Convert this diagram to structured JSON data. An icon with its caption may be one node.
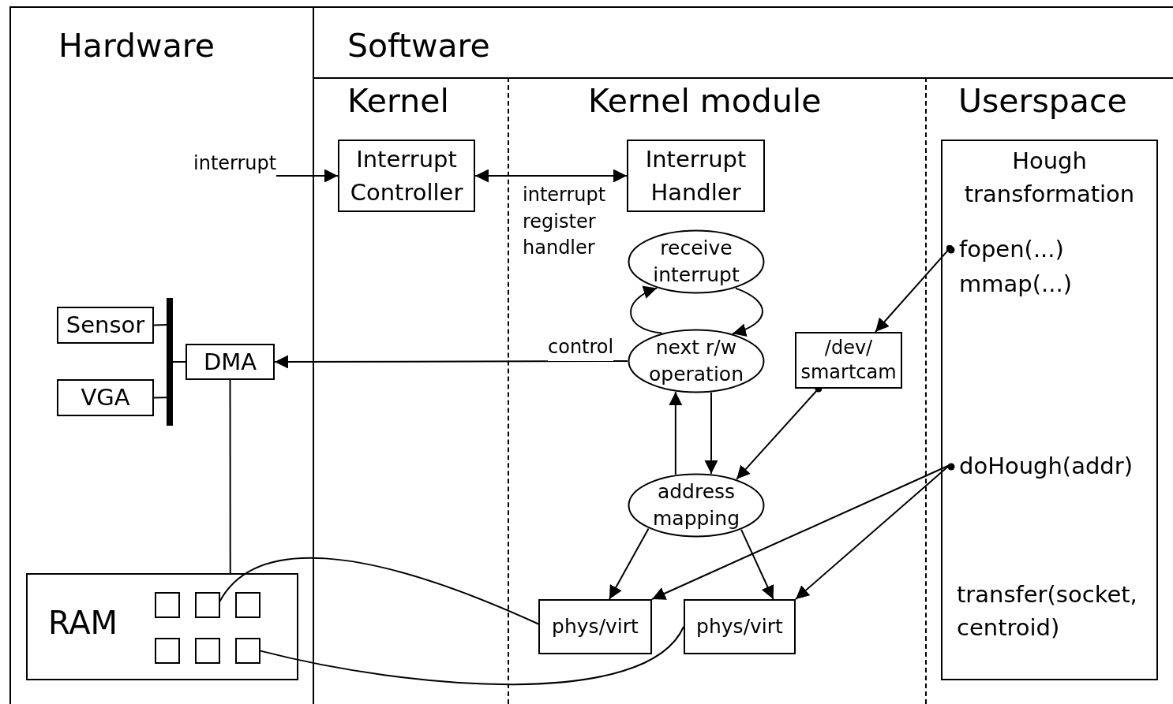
{
  "diagram": {
    "nodes": [
      {
        "text": [
          "Hardware"
        ]
      },
      {
        "text": [
          "Software"
        ]
      },
      {
        "text": [
          "Kernel"
        ],
        "in": 1
      },
      {
        "text": [
          "Kernel module"
        ],
        "in": 1
      },
      {
        "text": [
          "Userspace"
        ],
        "in": 1
      },
      {
        "text": [
          "Interrupt Controller"
        ],
        "in": 2
      },
      {
        "text": [
          "Interrupt Handler"
        ],
        "in": 3
      },
      {
        "text": [
          "receive interrupt"
        ],
        "in": 3
      },
      {
        "text": [
          "Sensor"
        ],
        "in": 0
      },
      {
        "text": [],
        "shape": "bar",
        "in": 0
      },
      {
        "text": [
          "DMA"
        ],
        "in": 0
      },
      {
        "text": [
          "next r/w operation"
        ],
        "in": 3
      },
      {
        "text": [
          "/dev/ smartcam"
        ],
        "in": 3
      },
      {
        "text": [
          "Hough transformation"
        ],
        "in": 4
      },
      {
        "text": [
          "fopen(...) mmap(...)"
        ],
        "in": 13
      },
      {
        "text": [
          "VGA"
        ],
        "in": 0
      },
      {
        "text": [
          "address mapping"
        ],
        "in": 3
      },
      {
        "text": [
          "doHough(addr)"
        ],
        "in": 13
      },
      {
        "text": [
          "RAM"
        ],
        "in": 0
      },
      {
        "text": [],
        "shape": "box",
        "in": 18
      },
      {
        "text": [],
        "shape": "box",
        "in": 18
      },
      {
        "text": [],
        "shape": "box",
        "in": 18
      },
      {
        "text": [],
        "shape": "box",
        "in": 18
      },
      {
        "text": [],
        "shape": "box",
        "in": 18
      },
      {
        "text": [],
        "shape": "box",
        "in": 18
      },
      {
        "text": [
          "phys/virt"
        ],
        "in": 3
      },
      {
        "text": [
          "phys/virt"
        ],
        "in": 3
      }
    ],
    "edges": [
      {
        "from": null,
        "to": 5,
        "arrow": "to",
        "label": "interrupt"
      },
      {
        "from": 5,
        "to": 6,
        "arrow": "both",
        "label": "interrupt register handler"
      },
      {
        "from": 11,
        "to": 7,
        "arrow": "to"
      },
      {
        "from": 7,
        "to": 11,
        "arrow": "to"
      },
      {
        "from": 11,
        "to": 10,
        "arrow": "to",
        "label": "control"
      },
      {
        "from": 16,
        "to": 11,
        "arrow": "to"
      },
      {
        "from": 11,
        "to": 16,
        "arrow": "to"
      },
      {
        "from": 14,
        "to": 12,
        "arrow": "to"
      },
      {
        "from": 12,
        "to": 16,
        "arrow": "to"
      },
      {
        "from": 16,
        "to": 25,
        "arrow": "to"
      },
      {
        "from": 16,
        "to": 26,
        "arrow": "to"
      },
      {
        "from": 17,
        "to": 25,
        "arrow": "to"
      },
      {
        "from": 17,
        "to": 26,
        "arrow": "to"
      },
      {
        "from": 25,
        "to": 20,
        "arrow": "none"
      },
      {
        "from": 26,
        "to": 24,
        "arrow": "none"
      },
      {
        "from": 8,
        "to": 9,
        "arrow": "none"
      },
      {
        "from": 15,
        "to": 9,
        "arrow": "none"
      },
      {
        "from": 10,
        "to": 9,
        "arrow": "none"
      },
      {
        "from": 10,
        "to": 18,
        "arrow": "none"
      }
    ],
    "labels": [
      "transfer(socket, centroid)"
    ]
  }
}
